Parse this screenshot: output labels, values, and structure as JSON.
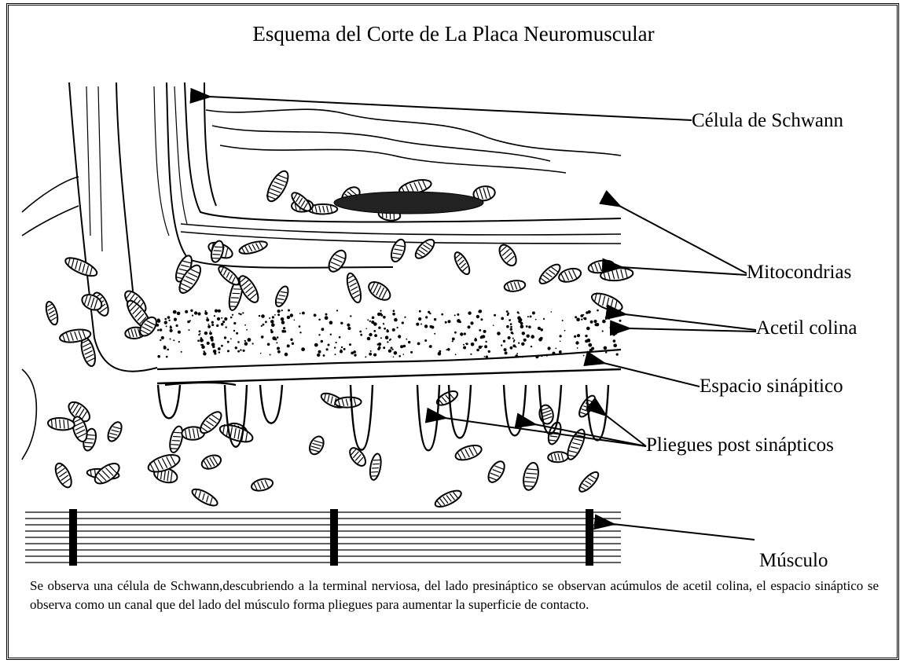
{
  "title": "Esquema del Corte de La Placa Neuromuscular",
  "labels": {
    "schwann": "Célula de Schwann",
    "mitochondria": "Mitocondrias",
    "acetylcholine": "Acetil colina",
    "synaptic_space": "Espacio sinápitico",
    "postsynaptic_folds": "Pliegues post sinápticos",
    "muscle": "Músculo"
  },
  "caption": "Se observa una célula de Schwann,descubriendo a la terminal nerviosa, del lado presináptico se observan acúmulos de acetil colina, el espacio sináptico se observa como un canal que del lado del músculo forma pliegues para aumentar la superficie de contacto."
}
